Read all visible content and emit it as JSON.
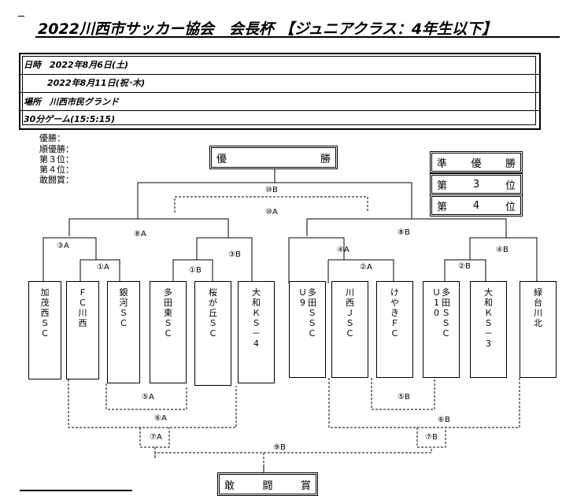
{
  "title": "2022川西市サッカー協会　会長杯 【ジュニアクラス：4年生以下】",
  "info": {
    "date1": "日時　2022年8月6日(土)",
    "date2": "2022年8月11日(祝･木)",
    "venue": "場所　川西市民グランド",
    "format": "30分ゲーム(15:5:15)"
  },
  "results": [
    "優勝：",
    "順優勝：",
    "第３位：",
    "第４位：",
    "敢闘賞："
  ],
  "awards": {
    "champion": [
      "優",
      "勝"
    ],
    "runner_up": [
      "準",
      "優",
      "勝"
    ],
    "third": [
      "第",
      "3",
      "位"
    ],
    "fourth": [
      "第",
      "4",
      "位"
    ],
    "fighting_spirit": [
      "敢",
      "闘",
      "賞"
    ]
  },
  "teams_left": [
    [
      "加茂西ＳＣ"
    ],
    [
      "ＦＣ川西"
    ],
    [
      "銀河ＳＣ"
    ],
    [
      "多田東ＳＣ"
    ],
    [
      "桜が丘ＳＣ"
    ],
    [
      "大和ＫＳ－4"
    ]
  ],
  "teams_right": [
    [
      "多田ＳＳＣ",
      "Ｕ9"
    ],
    [
      "川西ＪＳＣ"
    ],
    [
      "けやきＦＣ"
    ],
    [
      "多田ＳＳＣ",
      "Ｕ10"
    ],
    [
      "大和ＫＳ－3"
    ],
    [
      "緑台川北"
    ]
  ],
  "match_labels": {
    "m1a": "①A",
    "m1b": "①B",
    "m2a": "②A",
    "m2b": "②B",
    "m3a": "③A",
    "m3b": "③B",
    "m4a": "④A",
    "m4b": "④B",
    "m5a": "⑤A",
    "m5b": "⑤B",
    "m6a": "⑥A",
    "m6b": "⑥B",
    "m7a": "⑦A",
    "m7b": "⑦B",
    "m8a": "⑧A",
    "m8b": "⑧B",
    "m9b": "⑨B",
    "m10a": "⑩A",
    "m10b": "⑩B"
  }
}
